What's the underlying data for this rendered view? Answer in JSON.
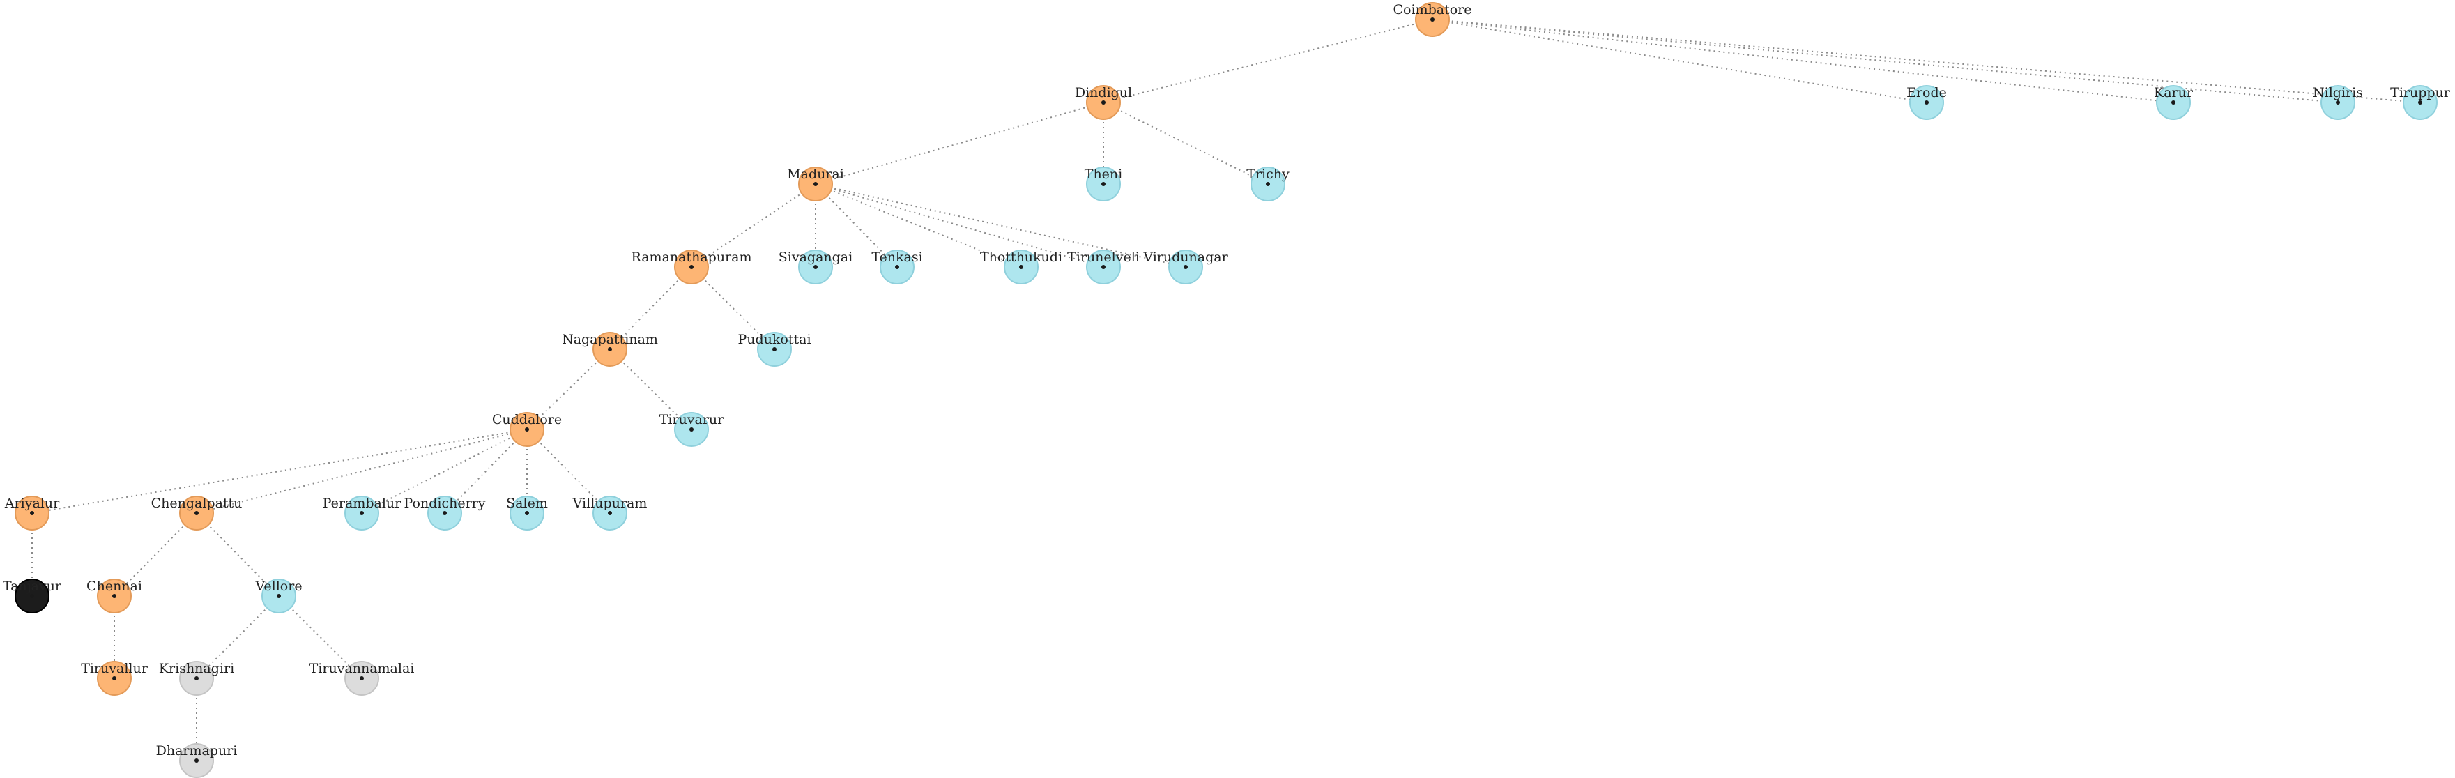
{
  "colors": {
    "expanded": "#fdb574",
    "expanded_stroke": "#e39a58",
    "frontier": "#aee6ee",
    "frontier_stroke": "#8fd0dc",
    "unvisited": "#dcdcdc",
    "unvisited_stroke": "#c4c4c4",
    "goal": "#1c1c1c",
    "goal_stroke": "#000000",
    "edge": "#8a8a8a"
  },
  "nodes": [
    {
      "id": "coimbatore",
      "label": "Coimbatore",
      "state": "expanded"
    },
    {
      "id": "dindigul",
      "label": "Dindigul",
      "state": "expanded"
    },
    {
      "id": "erode",
      "label": "Erode",
      "state": "frontier"
    },
    {
      "id": "karur",
      "label": "Karur",
      "state": "frontier"
    },
    {
      "id": "nilgiris",
      "label": "Nilgiris",
      "state": "frontier"
    },
    {
      "id": "tiruppur",
      "label": "Tiruppur",
      "state": "frontier"
    },
    {
      "id": "madurai",
      "label": "Madurai",
      "state": "expanded"
    },
    {
      "id": "theni",
      "label": "Theni",
      "state": "frontier"
    },
    {
      "id": "trichy",
      "label": "Trichy",
      "state": "frontier"
    },
    {
      "id": "ramanathapuram",
      "label": "Ramanathapuram",
      "state": "expanded"
    },
    {
      "id": "sivagangai",
      "label": "Sivagangai",
      "state": "frontier"
    },
    {
      "id": "tenkasi",
      "label": "Tenkasi",
      "state": "frontier"
    },
    {
      "id": "thotthukudi",
      "label": "Thotthukudi",
      "state": "frontier"
    },
    {
      "id": "tirunelveli",
      "label": "Tirunelveli",
      "state": "frontier"
    },
    {
      "id": "virudunagar",
      "label": "Virudunagar",
      "state": "frontier"
    },
    {
      "id": "nagapattinam",
      "label": "Nagapattinam",
      "state": "expanded"
    },
    {
      "id": "pudukottai",
      "label": "Pudukottai",
      "state": "frontier"
    },
    {
      "id": "cuddalore",
      "label": "Cuddalore",
      "state": "expanded"
    },
    {
      "id": "tiruvarur",
      "label": "Tiruvarur",
      "state": "frontier"
    },
    {
      "id": "ariyalur",
      "label": "Ariyalur",
      "state": "expanded"
    },
    {
      "id": "chengalpattu",
      "label": "Chengalpattu",
      "state": "expanded"
    },
    {
      "id": "perambalur",
      "label": "Perambalur",
      "state": "frontier"
    },
    {
      "id": "pondicherry",
      "label": "Pondicherry",
      "state": "frontier"
    },
    {
      "id": "salem",
      "label": "Salem",
      "state": "frontier"
    },
    {
      "id": "villupuram",
      "label": "Villupuram",
      "state": "frontier"
    },
    {
      "id": "tanjavur",
      "label": "Tanjavur",
      "state": "goal"
    },
    {
      "id": "chennai",
      "label": "Chennai",
      "state": "expanded"
    },
    {
      "id": "vellore",
      "label": "Vellore",
      "state": "frontier"
    },
    {
      "id": "tiruvallur",
      "label": "Tiruvallur",
      "state": "expanded"
    },
    {
      "id": "krishnagiri",
      "label": "Krishnagiri",
      "state": "unvisited"
    },
    {
      "id": "tiruvannamalai",
      "label": "Tiruvannamalai",
      "state": "unvisited"
    },
    {
      "id": "dharmapuri",
      "label": "Dharmapuri",
      "state": "unvisited"
    }
  ],
  "edges": [
    [
      "coimbatore",
      "dindigul"
    ],
    [
      "coimbatore",
      "erode"
    ],
    [
      "coimbatore",
      "karur"
    ],
    [
      "coimbatore",
      "nilgiris"
    ],
    [
      "coimbatore",
      "tiruppur"
    ],
    [
      "dindigul",
      "madurai"
    ],
    [
      "dindigul",
      "theni"
    ],
    [
      "dindigul",
      "trichy"
    ],
    [
      "madurai",
      "ramanathapuram"
    ],
    [
      "madurai",
      "sivagangai"
    ],
    [
      "madurai",
      "tenkasi"
    ],
    [
      "madurai",
      "thotthukudi"
    ],
    [
      "madurai",
      "tirunelveli"
    ],
    [
      "madurai",
      "virudunagar"
    ],
    [
      "ramanathapuram",
      "nagapattinam"
    ],
    [
      "ramanathapuram",
      "pudukottai"
    ],
    [
      "nagapattinam",
      "cuddalore"
    ],
    [
      "nagapattinam",
      "tiruvarur"
    ],
    [
      "cuddalore",
      "ariyalur"
    ],
    [
      "cuddalore",
      "chengalpattu"
    ],
    [
      "cuddalore",
      "perambalur"
    ],
    [
      "cuddalore",
      "pondicherry"
    ],
    [
      "cuddalore",
      "salem"
    ],
    [
      "cuddalore",
      "villupuram"
    ],
    [
      "ariyalur",
      "tanjavur"
    ],
    [
      "chengalpattu",
      "chennai"
    ],
    [
      "chengalpattu",
      "vellore"
    ],
    [
      "chennai",
      "tiruvallur"
    ],
    [
      "vellore",
      "krishnagiri"
    ],
    [
      "vellore",
      "tiruvannamalai"
    ],
    [
      "krishnagiri",
      "dharmapuri"
    ]
  ]
}
